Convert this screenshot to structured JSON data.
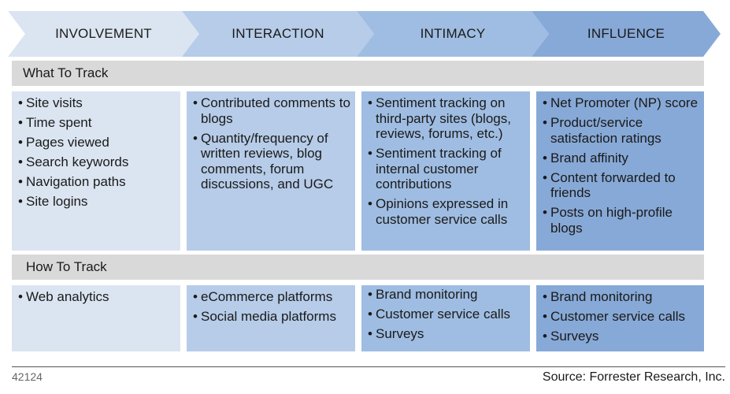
{
  "stages": [
    {
      "label": "INVOLVEMENT",
      "color": "#dbe5f1"
    },
    {
      "label": "INTERACTION",
      "color": "#b6cce8"
    },
    {
      "label": "INTIMACY",
      "color": "#9fbde2"
    },
    {
      "label": "INFLUENCE",
      "color": "#87a9d7"
    }
  ],
  "band_color": "#d9d9d9",
  "what_to_track": {
    "label": "What To Track",
    "columns": [
      [
        "Site visits",
        "Time spent",
        "Pages viewed",
        "Search keywords",
        "Navigation paths",
        "Site logins"
      ],
      [
        "Contributed comments to blogs",
        "Quantity/frequency of written reviews, blog comments, forum discussions, and UGC"
      ],
      [
        "Sentiment tracking on third-party sites (blogs, reviews, forums, etc.)",
        "Sentiment tracking of internal customer contributions",
        "Opinions expressed in customer service calls"
      ],
      [
        "Net Promoter (NP) score",
        "Product/service satisfaction ratings",
        "Brand affinity",
        "Content forwarded to friends",
        "Posts on high-profile blogs"
      ]
    ]
  },
  "how_to_track": {
    "label": "How To Track",
    "columns": [
      [
        "Web analytics"
      ],
      [
        "eCommerce platforms",
        "Social media platforms"
      ],
      [
        "Brand monitoring",
        "Customer service calls",
        "Surveys"
      ],
      [
        "Brand monitoring",
        "Customer service calls",
        "Surveys"
      ]
    ]
  },
  "footer": {
    "id": "42124",
    "source": "Source: Forrester Research, Inc."
  }
}
